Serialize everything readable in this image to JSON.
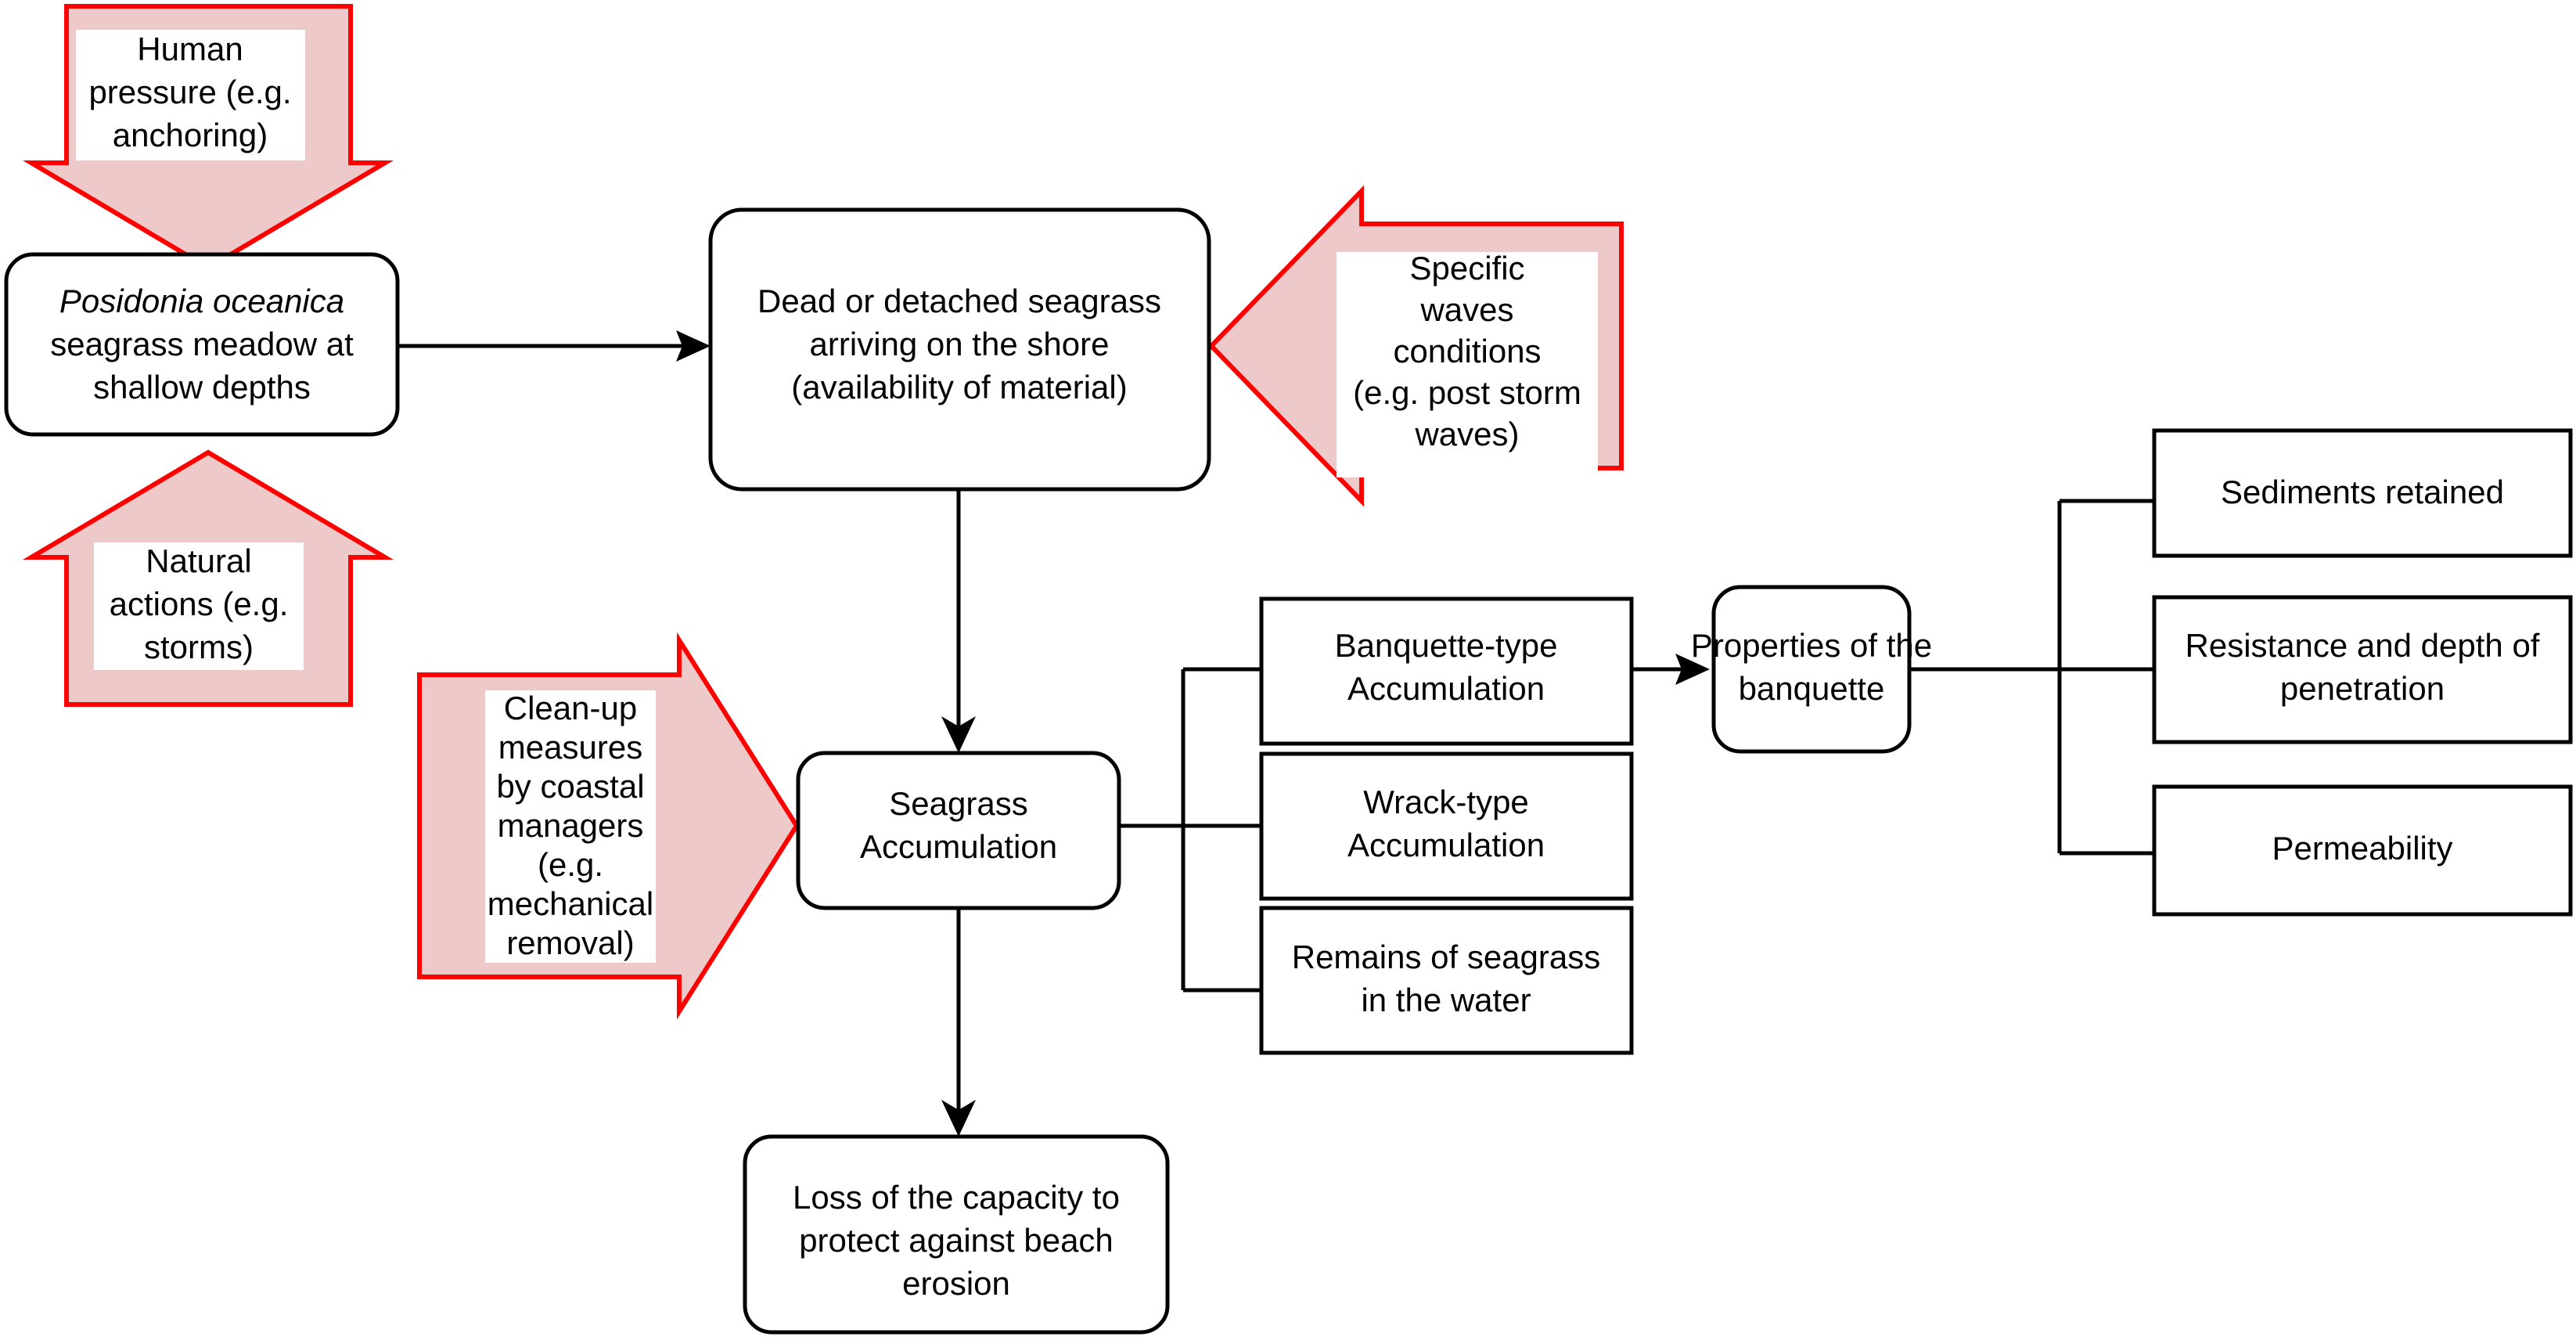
{
  "diagram": {
    "title": "Posidonia oceanica banquette formation flowchart",
    "colors": {
      "arrow_fill": "#eec9c9",
      "arrow_stroke": "#ff0000",
      "node_stroke": "#000000",
      "node_fill": "#ffffff",
      "connector": "#000000",
      "background": "#ffffff"
    },
    "nodes": {
      "meadow": {
        "id": "posidonia-meadow",
        "shape": "rounded-rect",
        "lines": [
          "Posidonia oceanica",
          "seagrass meadow at",
          "shallow depths"
        ],
        "italic_lines": [
          0
        ]
      },
      "dead_seagrass": {
        "id": "dead-or-detached-seagrass",
        "shape": "rounded-rect",
        "lines": [
          "Dead or detached seagrass",
          "arriving on the shore",
          "(availability of material)"
        ]
      },
      "accumulation": {
        "id": "seagrass-accumulation",
        "shape": "rounded-rect",
        "lines": [
          "Seagrass",
          "Accumulation"
        ]
      },
      "loss": {
        "id": "loss-of-capacity",
        "shape": "rounded-rect",
        "lines": [
          "Loss of the capacity to",
          "protect against beach",
          "erosion"
        ]
      },
      "banquette_type": {
        "id": "banquette-type-accumulation",
        "shape": "rect",
        "lines": [
          "Banquette-type",
          "Accumulation"
        ]
      },
      "wrack_type": {
        "id": "wrack-type-accumulation",
        "shape": "rect",
        "lines": [
          "Wrack-type",
          "Accumulation"
        ]
      },
      "remains": {
        "id": "remains-of-seagrass-in-the-water",
        "shape": "rect",
        "lines": [
          "Remains of seagrass",
          "in the water"
        ]
      },
      "properties": {
        "id": "properties-of-the-banquette",
        "shape": "rounded-rect",
        "lines": [
          "Properties of the",
          "banquette"
        ]
      },
      "sediments": {
        "id": "sediments-retained",
        "shape": "rect",
        "lines": [
          "Sediments retained"
        ]
      },
      "resistance": {
        "id": "resistance-and-depth-of-penetration",
        "shape": "rect",
        "lines": [
          "Resistance and depth of",
          "penetration"
        ]
      },
      "permeability": {
        "id": "permeability",
        "shape": "rect",
        "lines": [
          "Permeability"
        ]
      }
    },
    "pressure_arrows": {
      "human_pressure": {
        "id": "human-pressure-arrow",
        "direction": "down",
        "lines": [
          "Human",
          "pressure (e.g.",
          "anchoring)"
        ]
      },
      "natural_actions": {
        "id": "natural-actions-arrow",
        "direction": "up",
        "lines": [
          "Natural",
          "actions (e.g.",
          "storms)"
        ]
      },
      "specific_waves": {
        "id": "specific-waves-conditions-arrow",
        "direction": "left",
        "lines": [
          "Specific",
          "waves",
          "conditions",
          "(e.g. post storm",
          "waves)"
        ]
      },
      "clean_up": {
        "id": "clean-up-measures-arrow",
        "direction": "right",
        "lines": [
          "Clean-up",
          "measures",
          "by coastal",
          "managers",
          "(e.g.",
          "mechanical",
          "removal)"
        ]
      }
    },
    "edges": [
      {
        "id": "meadow-to-dead-seagrass",
        "from": "meadow",
        "to": "dead_seagrass",
        "style": "arrow-right"
      },
      {
        "id": "dead-seagrass-to-accumulation",
        "from": "dead_seagrass",
        "to": "accumulation",
        "style": "arrow-down"
      },
      {
        "id": "accumulation-to-loss",
        "from": "accumulation",
        "to": "loss",
        "style": "arrow-down"
      },
      {
        "id": "accumulation-to-types",
        "from": "accumulation",
        "to": [
          "banquette_type",
          "wrack_type",
          "remains"
        ],
        "style": "branch-right"
      },
      {
        "id": "banquette-type-to-properties",
        "from": "banquette_type",
        "to": "properties",
        "style": "arrow-right"
      },
      {
        "id": "properties-to-attributes",
        "from": "properties",
        "to": [
          "sediments",
          "resistance",
          "permeability"
        ],
        "style": "branch-right"
      }
    ]
  }
}
